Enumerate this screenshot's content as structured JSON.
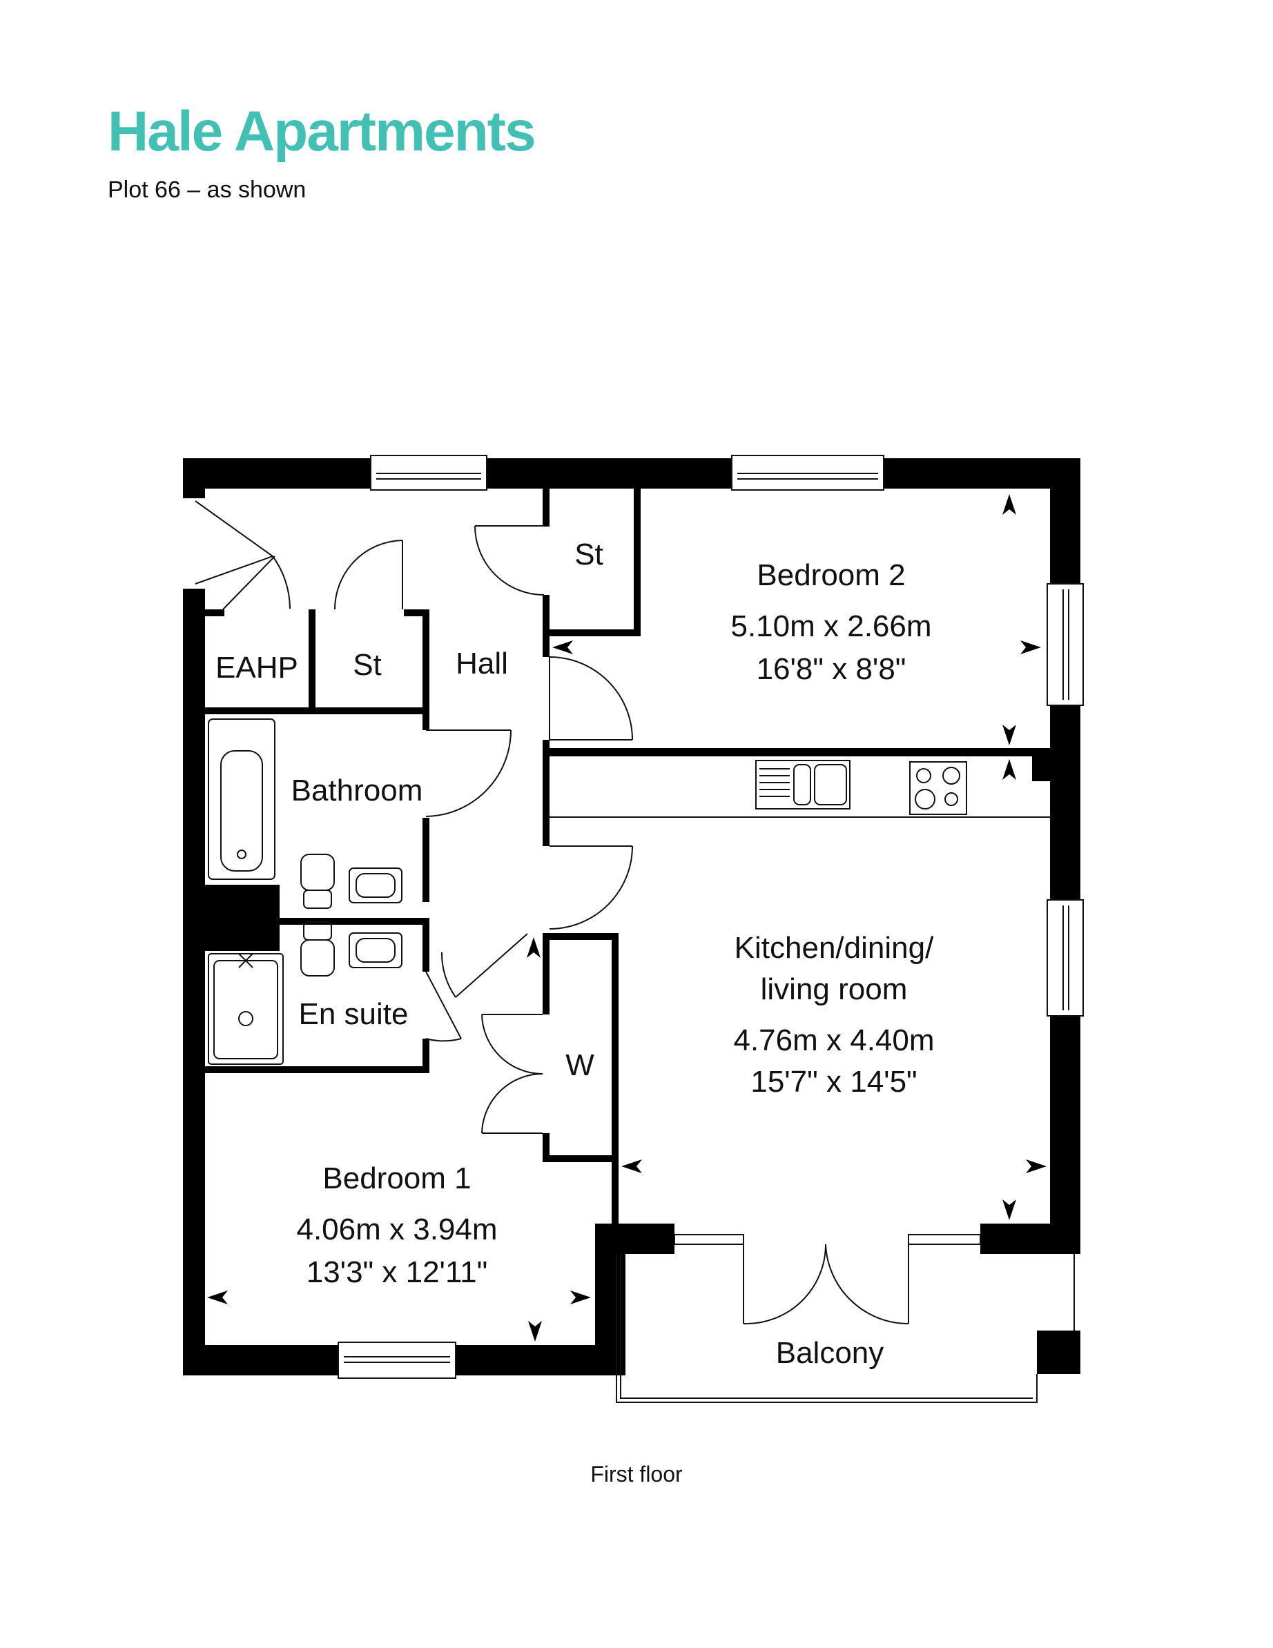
{
  "header": {
    "title": "Hale Apartments",
    "subtitle": "Plot 66 – as shown",
    "title_color": "#43c0b4"
  },
  "rooms": {
    "eahp": "EAHP",
    "store_hall": "St",
    "store_bedroom2": "St",
    "hall": "Hall",
    "bathroom": "Bathroom",
    "ensuite": "En suite",
    "wardrobe": "W",
    "balcony": "Balcony",
    "bedroom2": {
      "name": "Bedroom 2",
      "metric": "5.10m x 2.66m",
      "imperial": "16'8\" x 8'8\""
    },
    "kitchen": {
      "name_line1": "Kitchen/dining/",
      "name_line2": "living room",
      "metric": "4.76m x 4.40m",
      "imperial": "15'7\" x 14'5\""
    },
    "bedroom1": {
      "name": "Bedroom 1",
      "metric": "4.06m x 3.94m",
      "imperial": "13'3\" x 12'11\""
    }
  },
  "footer": {
    "floor": "First floor"
  },
  "colors": {
    "wall": "#000000",
    "line": "#111111",
    "background": "#ffffff"
  }
}
